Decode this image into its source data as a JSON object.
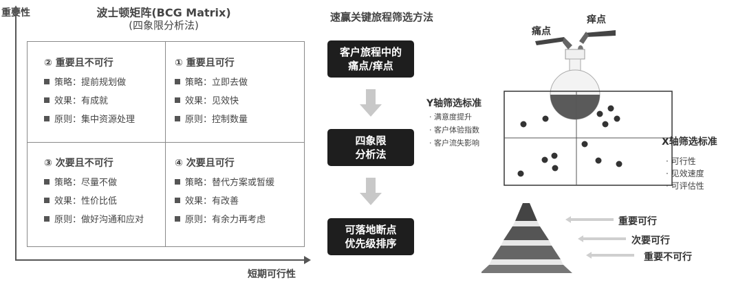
{
  "bcg": {
    "title": "波士顿矩阵(BCG Matrix)",
    "subtitle": "(四象限分析法)",
    "y_axis_label": "重要性",
    "x_axis_label": "短期可行性",
    "quadrants": [
      {
        "title": "② 重要且不可行",
        "items": [
          "策略：提前规划做",
          "效果：有成就",
          "原则：集中资源处理"
        ]
      },
      {
        "title": "① 重要且可行",
        "items": [
          "策略：立即去做",
          "效果：见效快",
          "原则：控制数量"
        ]
      },
      {
        "title": "③ 次要且不可行",
        "items": [
          "策略：尽量不做",
          "效果：性价比低",
          "原则：做好沟通和应对"
        ]
      },
      {
        "title": "④ 次要且可行",
        "items": [
          "策略：替代方案或暂缓",
          "效果：有改善",
          "原则：有余力再考虑"
        ]
      }
    ]
  },
  "method": {
    "title": "速赢关键旅程筛选方法",
    "steps": [
      {
        "line1": "客户旅程中的",
        "line2": "痛点/痒点"
      },
      {
        "line1": "四象限",
        "line2": "分析法"
      },
      {
        "line1": "可落地断点",
        "line2": "优先级排序"
      }
    ]
  },
  "funnel": {
    "pain_label": "痛点",
    "itch_label": "痒点"
  },
  "y_criteria": {
    "title": "Y轴筛选标准",
    "items": [
      "· 满意度提升",
      "· 客户体验指数",
      "· 客户流失影响"
    ]
  },
  "x_criteria": {
    "title": "X轴筛选标准",
    "items": [
      "· 可行性",
      "· 见效速度",
      "· 可评估性"
    ]
  },
  "priorities": [
    "重要可行",
    "次要可行",
    "重要不可行"
  ],
  "colors": {
    "dark_box": "#1e1e1e",
    "arrow_gray": "#c8c8c8",
    "flask_fill": "#5a5a5a",
    "dot": "#333333"
  }
}
